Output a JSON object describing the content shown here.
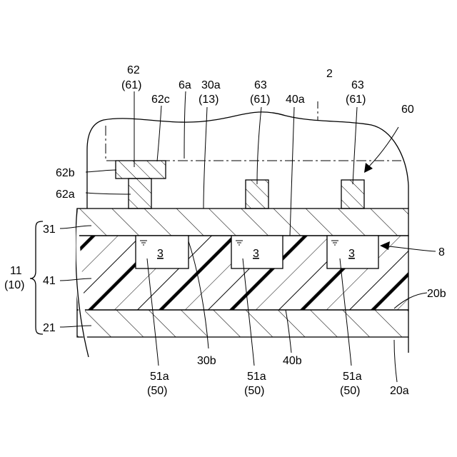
{
  "labels": {
    "l62": "62",
    "l62_61": "(61)",
    "l62c": "62c",
    "l6a": "6a",
    "l30a": "30a",
    "l30a_13": "(13)",
    "l63_left": "63",
    "l63_left_61": "(61)",
    "l40a": "40a",
    "l2": "2",
    "l63_right": "63",
    "l63_right_61": "(61)",
    "l60": "60",
    "l62b": "62b",
    "l62a": "62a",
    "l31": "31",
    "l11": "11",
    "l10": "(10)",
    "l41": "41",
    "l21": "21",
    "l8": "8",
    "l20b": "20b",
    "l3_a": "3",
    "l3_b": "3",
    "l3_c": "3",
    "l30b": "30b",
    "l40b": "40b",
    "l20a": "20a",
    "l51a_1": "51a",
    "l50_1": "(50)",
    "l51a_2": "51a",
    "l50_2": "(50)",
    "l51a_3": "51a",
    "l50_3": "(50)"
  }
}
